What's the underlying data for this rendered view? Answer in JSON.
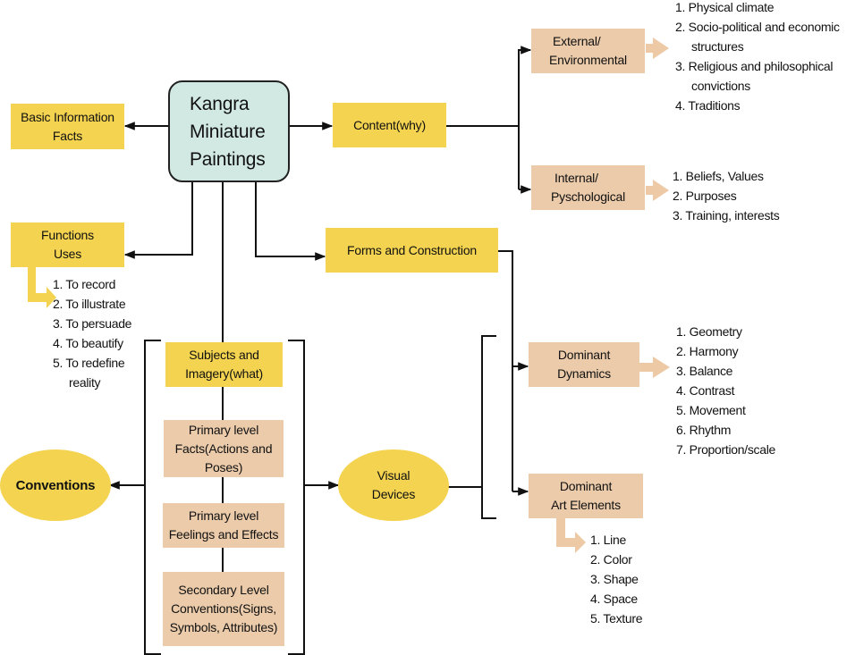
{
  "title": "Kangra Miniature Paintings concept map",
  "colors": {
    "primary_node": "#f3d34f",
    "secondary_node": "#ebcbaa",
    "central_node": "#d1e9e2",
    "line": "#111111"
  },
  "center": {
    "lines": [
      "Kangra",
      "Miniature",
      "Paintings"
    ]
  },
  "basic_info": {
    "lines": [
      "Basic Information",
      "Facts"
    ]
  },
  "functions": {
    "lines": [
      "Functions",
      "Uses"
    ],
    "items": [
      "1. To record",
      "2. To illustrate",
      "3. To persuade",
      "4. To beautify",
      "5. To redefine"
    ],
    "item5_cont": "reality"
  },
  "content": {
    "label": "Content(why)"
  },
  "external": {
    "lines": [
      "External/",
      "Environmental"
    ],
    "items": [
      {
        "text": "1. Physical climate"
      },
      {
        "text": "2. Socio-political and economic",
        "cont": "structures"
      },
      {
        "text": "3. Religious and philosophical",
        "cont": "convictions"
      },
      {
        "text": "4. Traditions"
      }
    ]
  },
  "internal": {
    "lines": [
      "Internal/",
      "Pyschological"
    ],
    "items": [
      "1. Beliefs, Values",
      "2. Purposes",
      "3. Training, interests"
    ]
  },
  "forms": {
    "label": "Forms and Construction"
  },
  "subjects": {
    "lines": [
      "Subjects and",
      "Imagery(what)"
    ]
  },
  "primary_facts": {
    "lines": [
      "Primary level",
      "Facts(Actions and",
      "Poses)"
    ]
  },
  "primary_feelings": {
    "lines": [
      "Primary level",
      "Feelings and Effects"
    ]
  },
  "secondary": {
    "lines": [
      "Secondary Level",
      "Conventions(Signs,",
      "Symbols, Attributes)"
    ]
  },
  "conventions": {
    "label": "Conventions"
  },
  "visual_devices": {
    "lines": [
      "Visual",
      "Devices"
    ]
  },
  "dynamics": {
    "lines": [
      "Dominant",
      "Dynamics"
    ],
    "items": [
      "1. Geometry",
      "2. Harmony",
      "3. Balance",
      "4. Contrast",
      "5. Movement",
      "6. Rhythm",
      "7. Proportion/scale"
    ]
  },
  "art_elements": {
    "lines": [
      "Dominant",
      "Art Elements"
    ],
    "items": [
      "1. Line",
      "2. Color",
      "3. Shape",
      "4. Space",
      "5. Texture"
    ]
  }
}
